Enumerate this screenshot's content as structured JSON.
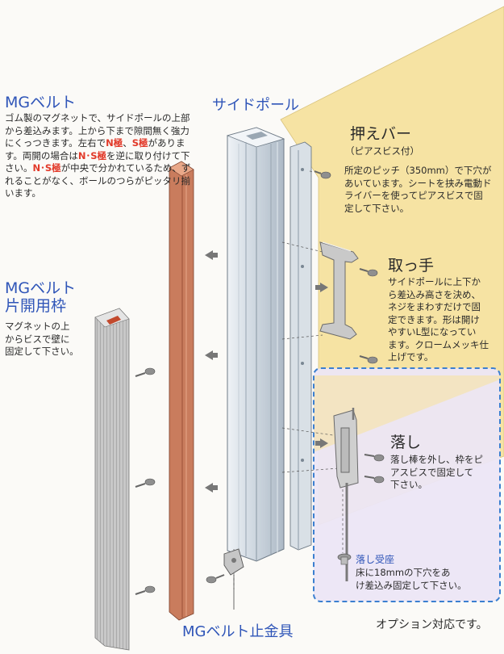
{
  "colors": {
    "wall": "#f6e3a3",
    "option_bg": "#ece6f5",
    "accent_blue": "#2f55b8",
    "highlight_red": "#e23a2a",
    "belt": "#c97c5d",
    "frame_grey": "#bdbdbd",
    "pole": "#d5dde4"
  },
  "mg_belt": {
    "title": "MGベルト",
    "desc_part1": "ゴム製のマグネットで、サイドポールの上部から差込みます。上から下まで隙間無く強力にくっつきます。左右で",
    "n_pole": "N極",
    "sep": "、",
    "s_pole": "S極",
    "desc_part2": "があります。両開の場合は",
    "ns": "N･S極",
    "desc_part3": "を逆に取り付けて下さい。",
    "ns2": "N･S極",
    "desc_part4": "が中央で分かれているため、ずれることがなく、ボールのつらがピッタリ揃います。"
  },
  "side_pole": {
    "title": "サイドポール"
  },
  "oshae_bar": {
    "title": "押えバー",
    "subtitle": "（ピアスビス付）",
    "desc": "所定のピッチ（350mm）で下穴が\nあいています。シートを挟み電動ド\nライバーを使ってピアスビスで固\n定して下さい。"
  },
  "handle": {
    "title": "取っ手",
    "desc": "サイドポールに上下か\nら差込み高さを決め、\nネジをまわすだけで固\n定できます。形は開け\nやすいL型になってい\nます。クロームメッキ仕\n上げです。"
  },
  "mg_frame": {
    "title": "MGベルト\n片開用枠",
    "desc": "マグネットの上\nからビスで壁に\n固定して下さい。"
  },
  "otoshi": {
    "title": "落し",
    "desc": "落し棒を外し、枠をピ\nアスビスで固定して\n下さい。"
  },
  "otoshi_uke": {
    "title": "落し受座",
    "desc": "床に18mmの下穴をあ\nけ差込み固定して下さい。"
  },
  "option_note": "オプション対応です。",
  "mg_bracket": {
    "title": "MGベルト止金具"
  }
}
